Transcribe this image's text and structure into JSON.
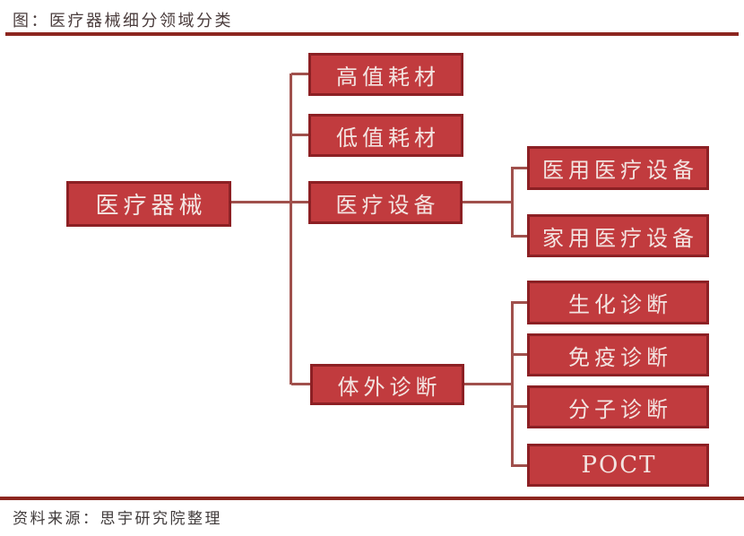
{
  "header": {
    "title": "图：医疗器械细分领域分类"
  },
  "footer": {
    "source": "资料来源：思宇研究院整理"
  },
  "colors": {
    "box_fill": "#c13b3e",
    "box_border": "#8c2024",
    "box_text": "#f3e4e1",
    "line": "#a0504c",
    "rule": "#8c261f",
    "title_text": "#4a3c3c",
    "source_text": "#3f3a3a"
  },
  "tree": {
    "root": {
      "label": "医疗器械"
    },
    "level2": [
      {
        "label": "高值耗材"
      },
      {
        "label": "低值耗材"
      },
      {
        "label": "医疗设备"
      },
      {
        "label": "体外诊断"
      }
    ],
    "equipment_children": [
      {
        "label": "医用医疗设备"
      },
      {
        "label": "家用医疗设备"
      }
    ],
    "ivd_children": [
      {
        "label": "生化诊断"
      },
      {
        "label": "免疫诊断"
      },
      {
        "label": "分子诊断"
      },
      {
        "label": "POCT"
      }
    ]
  }
}
